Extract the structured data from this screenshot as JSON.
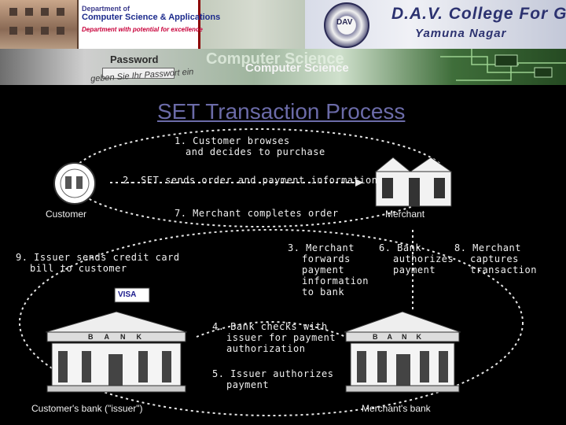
{
  "header": {
    "dept_line1": "Department of",
    "dept_line2": "Computer Science & Applications",
    "dept_tagline": "Department with potential for excellence",
    "password_label": "Password",
    "password_hint": "geben Sie Ihr Passwort ein",
    "cs_text_1": "Computer Science",
    "cs_text_2": "Computer Science",
    "college_name": "D.A.V. College For Girls",
    "college_city": "Yamuna Nagar",
    "seal_text": "DAV"
  },
  "slide": {
    "title": "SET Transaction Process"
  },
  "diagram": {
    "nodes": {
      "customer": "Customer",
      "merchant": "Merchant",
      "customer_bank": "Customer's bank (\"issuer\")",
      "merchant_bank": "Merchant's bank",
      "visa_card": "VISA"
    },
    "steps": {
      "s1": "1. Customer browses",
      "s1b": "and decides to purchase",
      "s2": "2. SET sends order and payment information",
      "s7": "7. Merchant completes order",
      "s3": "3. Merchant",
      "s3b": "forwards",
      "s3c": "payment",
      "s3d": "information",
      "s3e": "to bank",
      "s6": "6. Bank",
      "s6b": "authorizes",
      "s6c": "payment",
      "s8": "8. Merchant",
      "s8b": "captures",
      "s8c": "transaction",
      "s9": "9. Issuer sends credit card",
      "s9b": "bill to customer",
      "s4": "4. Bank checks with",
      "s4b": "issuer for payment",
      "s4c": "authorization",
      "s5": "5. Issuer authorizes",
      "s5b": "payment"
    }
  }
}
